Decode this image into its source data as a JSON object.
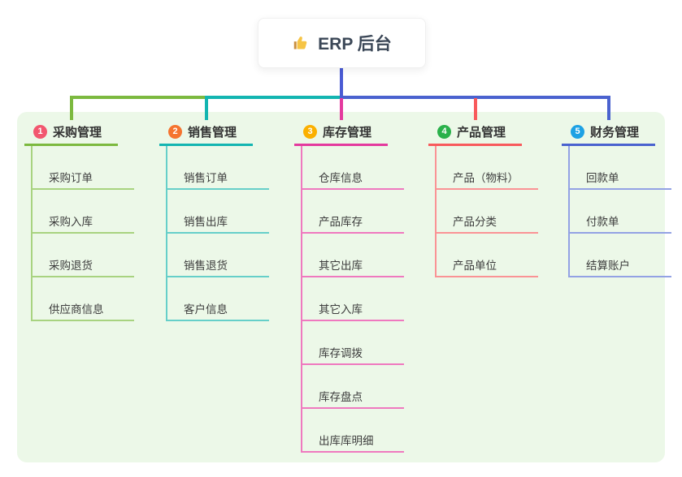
{
  "root": {
    "label": "ERP 后台",
    "icon": "thumbs-up-icon"
  },
  "colors": {
    "page_bg": "#ffffff",
    "panel_bg": "#ecf8e8",
    "root_connector": "#4a5bd4",
    "root_card_bg": "#ffffff",
    "root_text": "#3b4757",
    "header_text": "#333333",
    "child_text": "#3d3d3d"
  },
  "branches": [
    {
      "number": "1",
      "label": "采购管理",
      "badge_color": "#f2576f",
      "line_color": "#7cb93f",
      "child_line_color": "#a8d380",
      "children": [
        "采购订单",
        "采购入库",
        "采购退货",
        "供应商信息"
      ]
    },
    {
      "number": "2",
      "label": "销售管理",
      "badge_color": "#f5742f",
      "line_color": "#13b5b1",
      "child_line_color": "#66cfc9",
      "children": [
        "销售订单",
        "销售出库",
        "销售退货",
        "客户信息"
      ]
    },
    {
      "number": "3",
      "label": "库存管理",
      "badge_color": "#fbb000",
      "line_color": "#e43a9e",
      "child_line_color": "#ef79bf",
      "children": [
        "仓库信息",
        "产品库存",
        "其它出库",
        "其它入库",
        "库存调拨",
        "库存盘点",
        "出库库明细"
      ]
    },
    {
      "number": "4",
      "label": "产品管理",
      "badge_color": "#2ab14b",
      "line_color": "#f85a5c",
      "child_line_color": "#fa9395",
      "children": [
        "产品（物料）",
        "产品分类",
        "产品单位"
      ]
    },
    {
      "number": "5",
      "label": "财务管理",
      "badge_color": "#1da1e4",
      "line_color": "#4a62cf",
      "child_line_color": "#93a2e4",
      "children": [
        "回款单",
        "付款单",
        "结算账户"
      ]
    }
  ]
}
